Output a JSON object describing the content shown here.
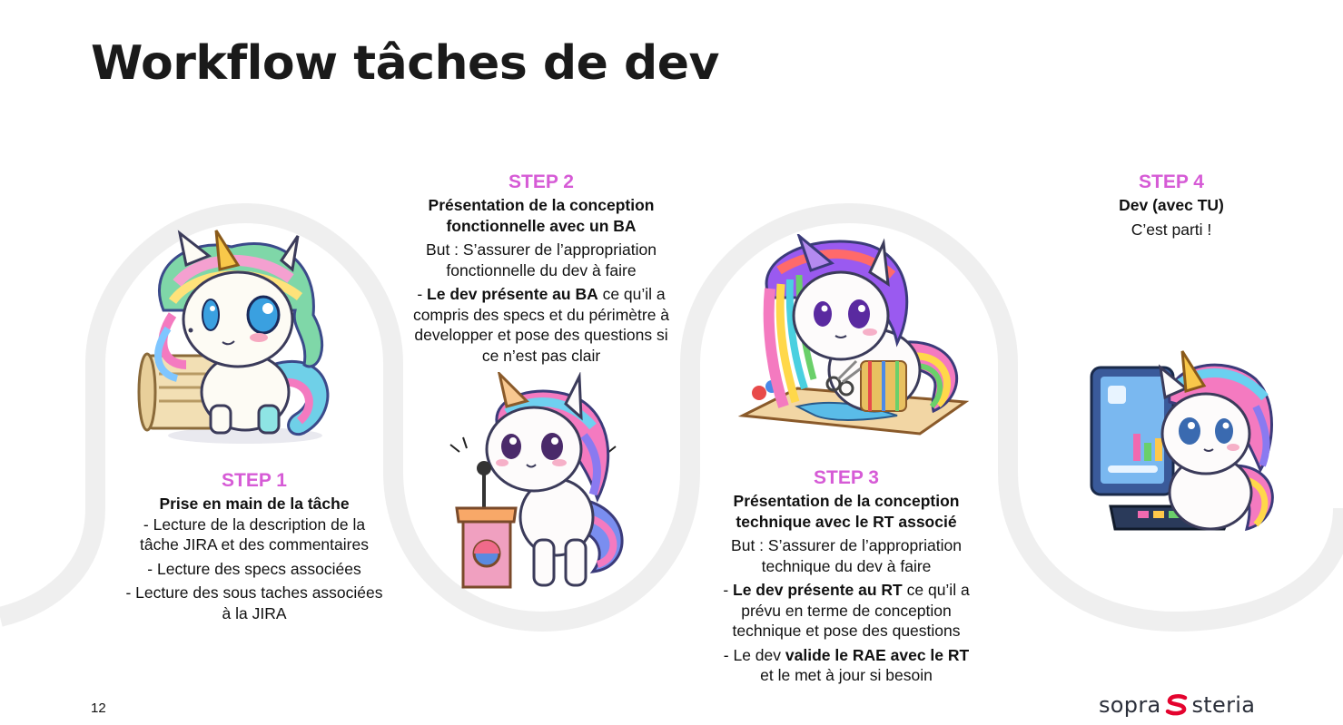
{
  "slide": {
    "title": "Workflow tâches de dev",
    "page_number": "12"
  },
  "steps": [
    {
      "label": "STEP 1",
      "heading": "Prise en main de la tâche",
      "bullets": [
        "-   Lecture de la description de la tâche JIRA et des commentaires",
        "-   Lecture des specs associées",
        "-   Lecture des sous taches associées à la JIRA"
      ]
    },
    {
      "label": "STEP 2",
      "heading": "Présentation de la conception fonctionnelle avec un BA",
      "goal": "But : S’assurer de l’appropriation fonctionnelle du dev à faire",
      "bullet_prefix": "- ",
      "bullet_bold": "Le dev présente au BA",
      "bullet_rest": " ce qu’il a compris des specs et du périmètre à developper et pose des questions si ce n’est pas clair"
    },
    {
      "label": "STEP 3",
      "heading": "Présentation de la conception technique avec le RT associé",
      "goal": "But : S’assurer de l’appropriation technique du dev à faire",
      "bullet1_prefix": "-   ",
      "bullet1_bold": "Le dev présente au RT",
      "bullet1_rest": " ce qu’il a prévu en terme de conception technique et pose des questions",
      "bullet2_prefix": "-   Le dev ",
      "bullet2_bold": "valide le RAE avec le RT",
      "bullet2_rest": " et le met à jour si besoin"
    },
    {
      "label": "STEP 4",
      "heading": "Dev (avec TU)",
      "text": "C’est parti !"
    }
  ],
  "logo": {
    "left_word": "sopra",
    "right_word": "steria",
    "colors": {
      "mark": "#e4032e",
      "text": "#2b2f3a"
    }
  },
  "colors": {
    "step_label": "#d65bd6",
    "track": "#efefef"
  },
  "illustrations": [
    {
      "icon": "unicorn-with-scroll-icon"
    },
    {
      "icon": "unicorn-at-podium-icon"
    },
    {
      "icon": "unicorn-cutting-map-icon"
    },
    {
      "icon": "unicorn-at-computer-icon"
    }
  ]
}
